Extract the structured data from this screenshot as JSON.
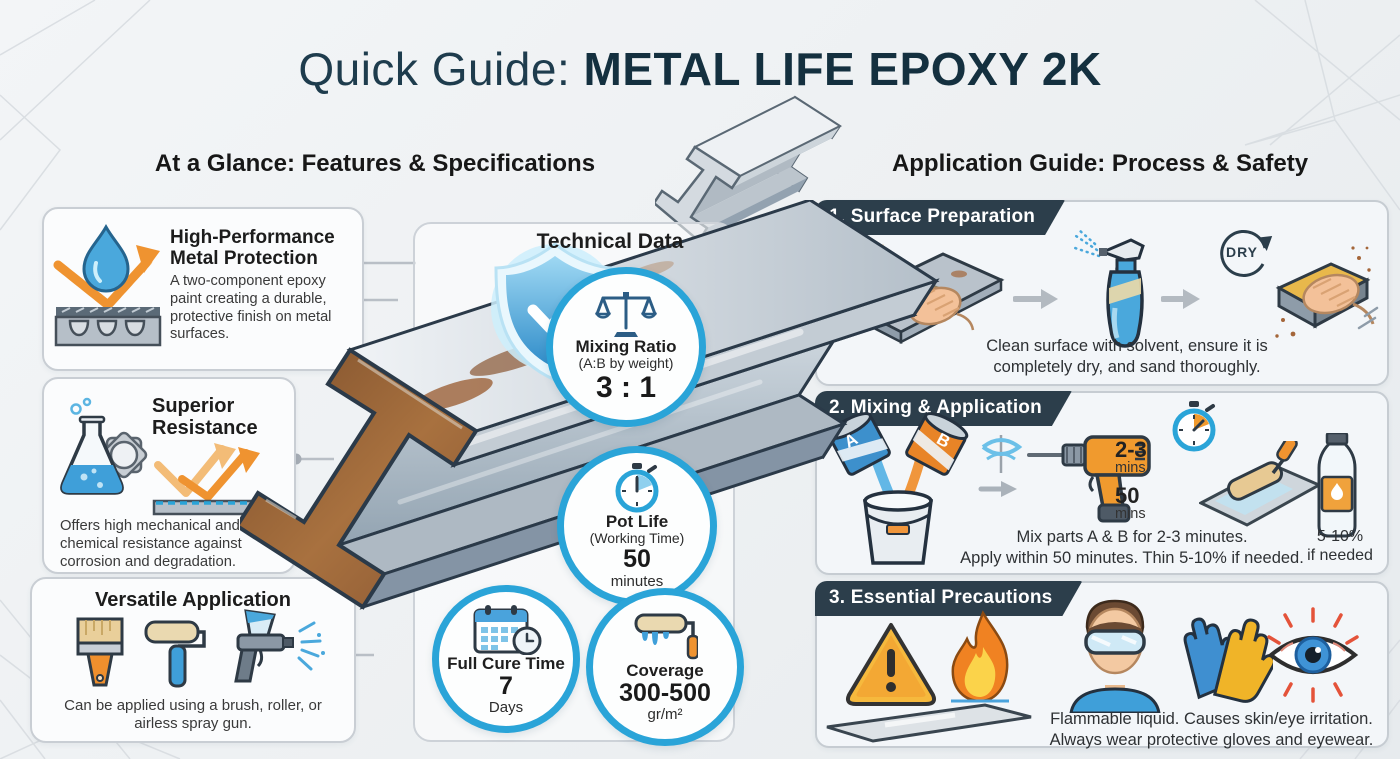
{
  "title": {
    "prefix": "Quick Guide: ",
    "product": "METAL LIFE EPOXY 2K"
  },
  "left_section": {
    "header": "At a Glance: Features & Specifications",
    "features": [
      {
        "title": "High-Performance Metal Protection",
        "description": "A two-component epoxy paint creating a durable, protective finish on metal surfaces."
      },
      {
        "title": "Superior Resistance",
        "description": "Offers high mechanical and chemical resistance against corrosion and degradation."
      },
      {
        "title": "Versatile Application",
        "description": "Can be applied using a brush, roller, or airless spray gun."
      }
    ]
  },
  "technical_data": {
    "header": "Technical Data",
    "stats": [
      {
        "label": "Mixing Ratio",
        "sublabel": "(A:B by weight)",
        "value": "3 : 1",
        "unit": "",
        "icon": "balance-scale-icon"
      },
      {
        "label": "Pot Life",
        "sublabel": "(Working Time)",
        "value": "50",
        "unit": "minutes",
        "icon": "stopwatch-icon"
      },
      {
        "label": "Full Cure Time",
        "sublabel": "",
        "value": "7",
        "unit": "Days",
        "icon": "calendar-clock-icon"
      },
      {
        "label": "Coverage",
        "sublabel": "",
        "value": "300-500",
        "unit": "gr/m²",
        "icon": "paint-roller-icon"
      }
    ]
  },
  "right_section": {
    "header": "Application Guide: Process & Safety",
    "steps": [
      {
        "badge": "1. Surface Preparation",
        "dry_label": "DRY",
        "caption_line1": "Clean surface with solvent, ensure it is",
        "caption_line2": "completely dry, and sand thoroughly."
      },
      {
        "badge": "2. Mixing & Application",
        "can_a_label": "A",
        "can_b_label": "B",
        "mix_time_value": "2-3",
        "mix_time_unit": "mins",
        "apply_time_value": "50",
        "apply_time_unit": "mins",
        "thinner_note_line1": "5-10%",
        "thinner_note_line2": "if needed",
        "caption_line1": "Mix parts A & B for 2-3 minutes.",
        "caption_line2": "Apply within 50 minutes. Thin 5-10% if needed."
      },
      {
        "badge": "3. Essential Precautions",
        "caption_line1": "Flammable liquid. Causes skin/eye irritation.",
        "caption_line2": "Always wear protective gloves and eyewear."
      }
    ]
  },
  "colors": {
    "accent_blue": "#2aa4d8",
    "badge_dark": "#2c3e4b",
    "title_dark": "#1e3c4d",
    "orange": "#ef9330"
  }
}
